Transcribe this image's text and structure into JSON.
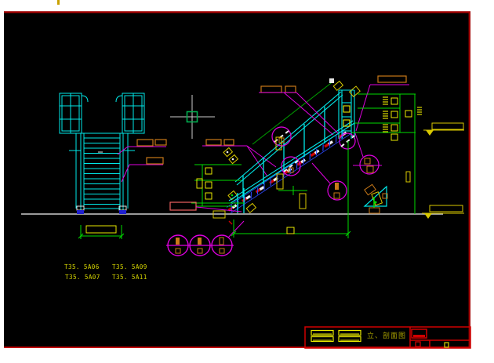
{
  "window": {
    "background": "#ffffff"
  },
  "canvas": {
    "background": "#000000",
    "frame_color": "#a00000"
  },
  "cursor": {
    "crosshair_color": "#cdcdcd",
    "pickbox_color": "#00b050"
  },
  "palette": {
    "cyan": "#00e8e8",
    "green": "#00dc00",
    "dark_green": "#00a000",
    "magenta": "#e000e0",
    "yellow": "#e8e800",
    "gold": "#d8c800",
    "orange": "#c87818",
    "red": "#d00000",
    "pink": "#f06060",
    "blue": "#2b48ff",
    "gray_ground": "#b0b0b0",
    "white": "#f0f0f0"
  },
  "labels": {
    "codes": [
      "T35. 5A06",
      "T35. 5A09",
      "T35. 5A07",
      "T35. 5A11"
    ]
  },
  "title_block": {
    "drawing_title": "立、剖面图"
  }
}
